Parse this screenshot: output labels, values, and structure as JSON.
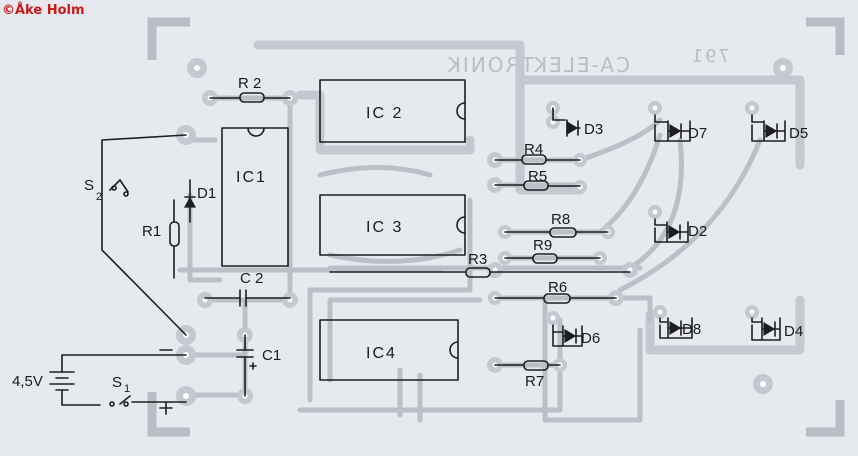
{
  "copyright": "©Åke Holm",
  "board_brand": "CA-ELEKTRONIK",
  "board_number": "791",
  "labels": {
    "R2": "R 2",
    "IC1": "IC1",
    "D1": "D1",
    "R1": "R1",
    "C2": "C 2",
    "S2": "S",
    "S2_sub": "2",
    "IC2": "IC 2",
    "IC3": "IC 3",
    "IC4": "IC4",
    "C1": "C1",
    "R3": "R3",
    "R4": "R4",
    "R5": "R5",
    "R6": "R6",
    "R7": "R7",
    "R8": "R8",
    "R9": "R9",
    "D2": "D2",
    "D3": "D3",
    "D4": "D4",
    "D5": "D5",
    "D6": "D6",
    "D7": "D7",
    "D8": "D8",
    "battery": "4,5V",
    "S1": "S",
    "S1_sub": "1",
    "minus": "−",
    "plus": "+"
  },
  "colors": {
    "background": "#e6eaee",
    "trace": "#b9c0c8",
    "ink": "#1e1e1e",
    "copyright": "#cc1a1a"
  }
}
